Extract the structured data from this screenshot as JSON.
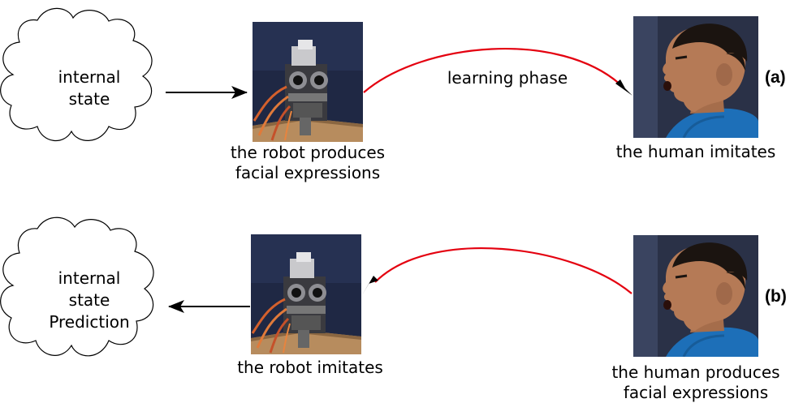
{
  "panel_a": {
    "tag": "(a)",
    "cloud_line1": "internal",
    "cloud_line2": "state",
    "robot_caption_line1": "the robot produces",
    "robot_caption_line2": "facial expressions",
    "arrow_label": "learning phase",
    "human_caption": "the human imitates"
  },
  "panel_b": {
    "tag": "(b)",
    "cloud_line1": "internal",
    "cloud_line2": "state",
    "cloud_line3": "Prediction",
    "robot_caption": "the robot imitates",
    "human_caption_line1": "the human produces",
    "human_caption_line2": "facial expressions"
  },
  "colors": {
    "arrow_black": "#000000",
    "arrow_red": "#e4000f",
    "photo_backdrop": "#1f2844",
    "shirt_blue": "#1d6fb8",
    "skin": "#b57a56"
  },
  "icons": {
    "cloud": "cloud-shape",
    "robot": "robot-head-photo",
    "human": "human-face-photo"
  }
}
